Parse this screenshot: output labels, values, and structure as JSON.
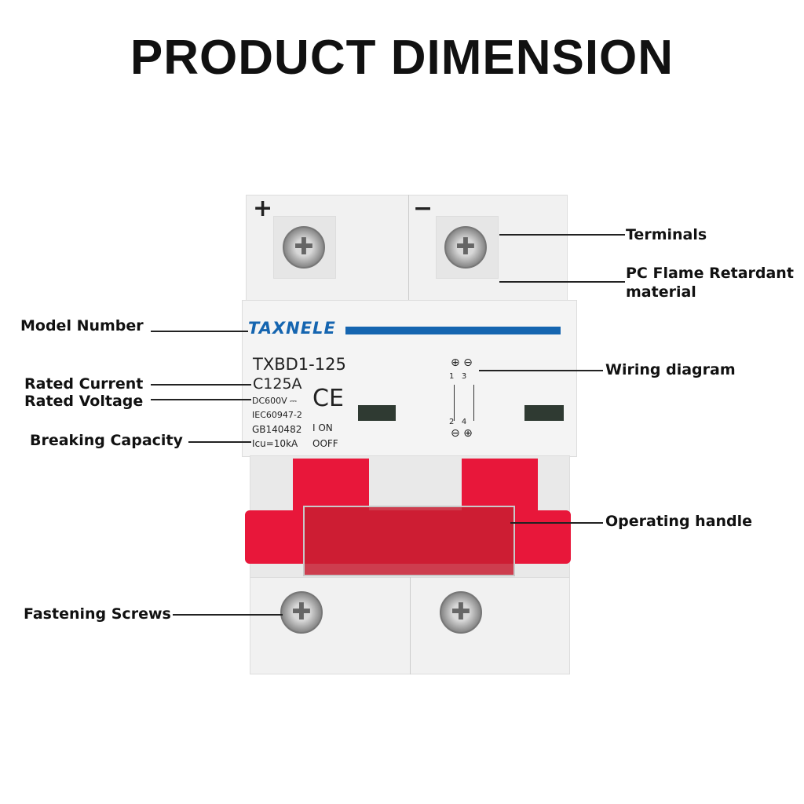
{
  "title": "PRODUCT DIMENSION",
  "labels": {
    "terminals": "Terminals",
    "pc_flame": "PC Flame Retardant",
    "pc_flame2": "material",
    "model_number": "Model Number",
    "wiring": "Wiring diagram",
    "rated_current": "Rated Current",
    "rated_voltage": "Rated Voltage",
    "breaking": "Breaking Capacity",
    "handle": "Operating handle",
    "screws": "Fastening Screws"
  },
  "product": {
    "brand": "TAXNELE",
    "model": "TXBD1-125",
    "current": "C125A",
    "voltage": "DC600V ⎓",
    "standard1": "IEC60947-2",
    "standard2": "GB140482",
    "icu": "Icu=10kA",
    "ce": "CE",
    "on": "I ON",
    "off": "OOFF",
    "plus": "+",
    "minus": "−",
    "wiring_top": "⊕ ⊖",
    "wiring_nums_top": "1   3",
    "wiring_nums_bot": "2   4",
    "wiring_bot": "⊖ ⊕"
  },
  "colors": {
    "brand": "#1565b0",
    "handle": "#e8173a"
  }
}
